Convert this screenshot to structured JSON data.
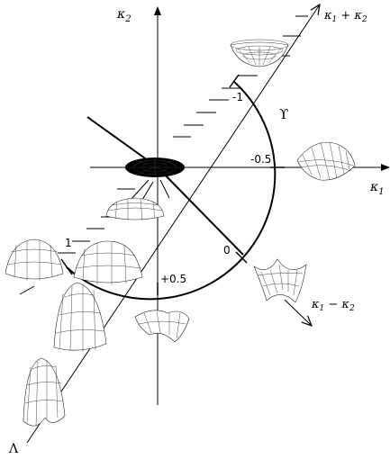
{
  "axes": {
    "kappa2": "κ",
    "kappa2_sub": "2",
    "kappa1": "κ",
    "kappa1_sub": "1",
    "sum": {
      "k": "κ",
      "s1": "1",
      "op": " + κ",
      "s2": "2"
    },
    "diff": {
      "k": "κ",
      "s1": "1",
      "op": " − κ",
      "s2": "2"
    },
    "lambda": "Λ"
  },
  "arc": {
    "symbol": "ϒ",
    "ticks": [
      "-1",
      "-0.5",
      "0",
      "+0.5",
      "1"
    ]
  },
  "colors": {
    "ink": "#000000",
    "mesh": "#222222"
  },
  "surfaces": [
    "saucer-surface",
    "wave-surface",
    "flat-disk-surface",
    "saddle-surface",
    "dome-surface",
    "dome-surface",
    "dome-surface",
    "saddle-surface",
    "elongated-dome-surface",
    "elongated-dome-surface"
  ]
}
